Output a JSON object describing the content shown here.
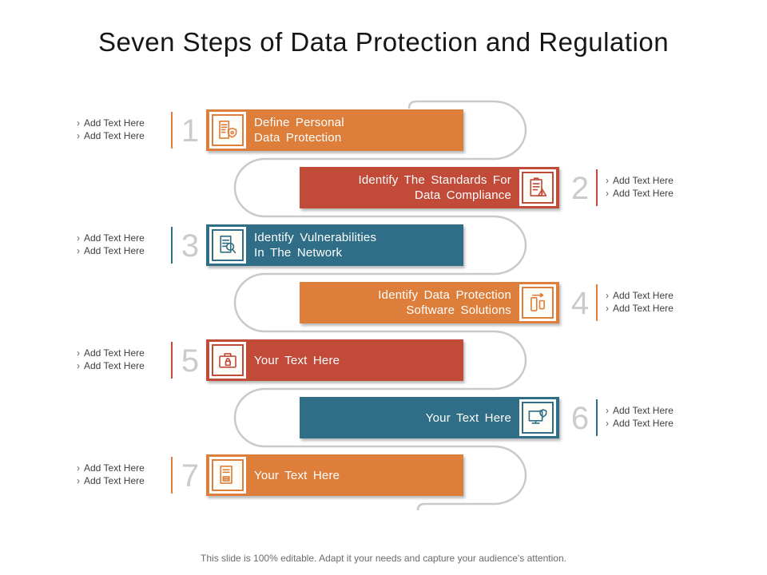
{
  "title": "Seven Steps of Data Protection and Regulation",
  "footer": "This slide is 100% editable. Adapt it your needs and capture your audience's attention.",
  "note_bullet": "›",
  "colors": {
    "orange": "#dd7e3b",
    "red": "#c14a39",
    "teal": "#2f6e86",
    "path_gray": "#c9c9c9",
    "number_gray": "#cbcbcb",
    "note_text": "#3f3f3f",
    "footer_text": "#6b6b6b",
    "title_text": "#161616"
  },
  "steps": [
    {
      "num": "1",
      "color": "#dd7e3b",
      "icon": "document-shield-icon",
      "label_lines": [
        "Define Personal",
        "Data Protection"
      ],
      "notes": [
        "Add Text Here",
        "Add Text Here"
      ]
    },
    {
      "num": "2",
      "color": "#c14a39",
      "icon": "clipboard-warning-icon",
      "label_lines": [
        "Identify The Standards For",
        "Data Compliance"
      ],
      "notes": [
        "Add Text Here",
        "Add Text Here"
      ]
    },
    {
      "num": "3",
      "color": "#2f6e86",
      "icon": "document-search-icon",
      "label_lines": [
        "Identify Vulnerabilities",
        "In The Network"
      ],
      "notes": [
        "Add Text Here",
        "Add Text Here"
      ]
    },
    {
      "num": "4",
      "color": "#dd7e3b",
      "icon": "devices-transfer-icon",
      "label_lines": [
        "Identify Data Protection",
        "Software Solutions"
      ],
      "notes": [
        "Add Text Here",
        "Add Text Here"
      ]
    },
    {
      "num": "5",
      "color": "#c14a39",
      "icon": "briefcase-lock-icon",
      "label_lines": [
        "Your Text Here"
      ],
      "notes": [
        "Add Text Here",
        "Add Text Here"
      ]
    },
    {
      "num": "6",
      "color": "#2f6e86",
      "icon": "monitor-shield-icon",
      "label_lines": [
        "Your Text Here"
      ],
      "notes": [
        "Add Text Here",
        "Add Text Here"
      ]
    },
    {
      "num": "7",
      "color": "#dd7e3b",
      "icon": "document-coins-icon",
      "label_lines": [
        "Your Text Here"
      ],
      "notes": [
        "Add Text Here",
        "Add Text Here"
      ]
    }
  ]
}
